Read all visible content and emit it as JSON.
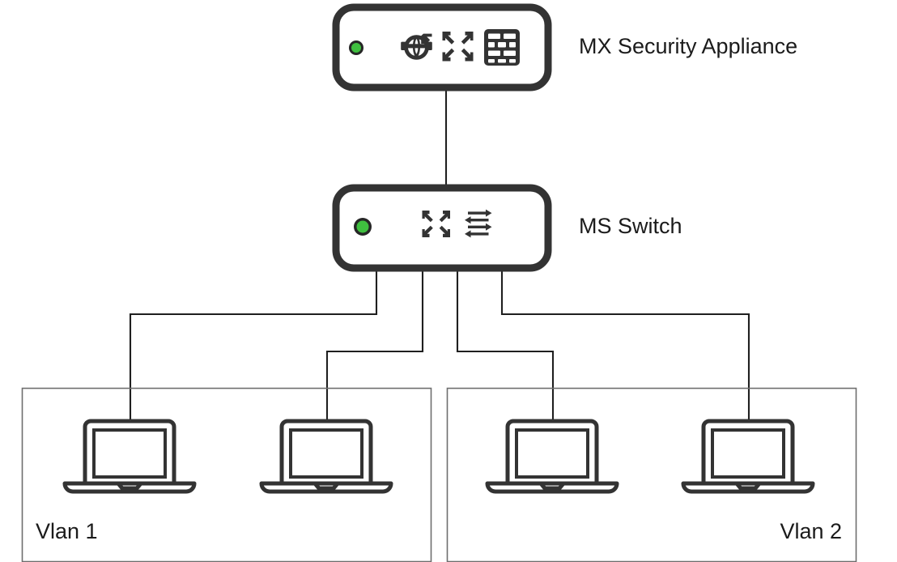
{
  "diagram": {
    "title": "Meraki VLAN network topology",
    "background_color": "#ffffff",
    "line_color": "#1f1f1f",
    "device_stroke_color": "#333333",
    "vlan_box_color": "#6e6e6e",
    "led_color": "#3fbf3f",
    "text_color": "#1b1b1b"
  },
  "devices": [
    {
      "id": "mx",
      "label": "MX Security Appliance",
      "type": "security-appliance",
      "status_led": "green",
      "icons": [
        "globe-icon",
        "crossed-arrows-icon",
        "firewall-brick-icon"
      ]
    },
    {
      "id": "ms",
      "label": "MS Switch",
      "type": "switch",
      "status_led": "green",
      "icons": [
        "crossed-arrows-icon",
        "data-transfer-arrows-icon"
      ]
    }
  ],
  "vlans": [
    {
      "id": "vlan1",
      "label": "Vlan 1",
      "align": "left",
      "clients": 2
    },
    {
      "id": "vlan2",
      "label": "Vlan 2",
      "align": "right",
      "clients": 2
    }
  ],
  "clients": [
    {
      "id": "client-1",
      "type": "laptop",
      "vlan": "vlan1"
    },
    {
      "id": "client-2",
      "type": "laptop",
      "vlan": "vlan1"
    },
    {
      "id": "client-3",
      "type": "laptop",
      "vlan": "vlan2"
    },
    {
      "id": "client-4",
      "type": "laptop",
      "vlan": "vlan2"
    }
  ],
  "links": [
    {
      "from": "mx",
      "to": "ms"
    },
    {
      "from": "ms",
      "to": "client-1"
    },
    {
      "from": "ms",
      "to": "client-2"
    },
    {
      "from": "ms",
      "to": "client-3"
    },
    {
      "from": "ms",
      "to": "client-4"
    }
  ]
}
